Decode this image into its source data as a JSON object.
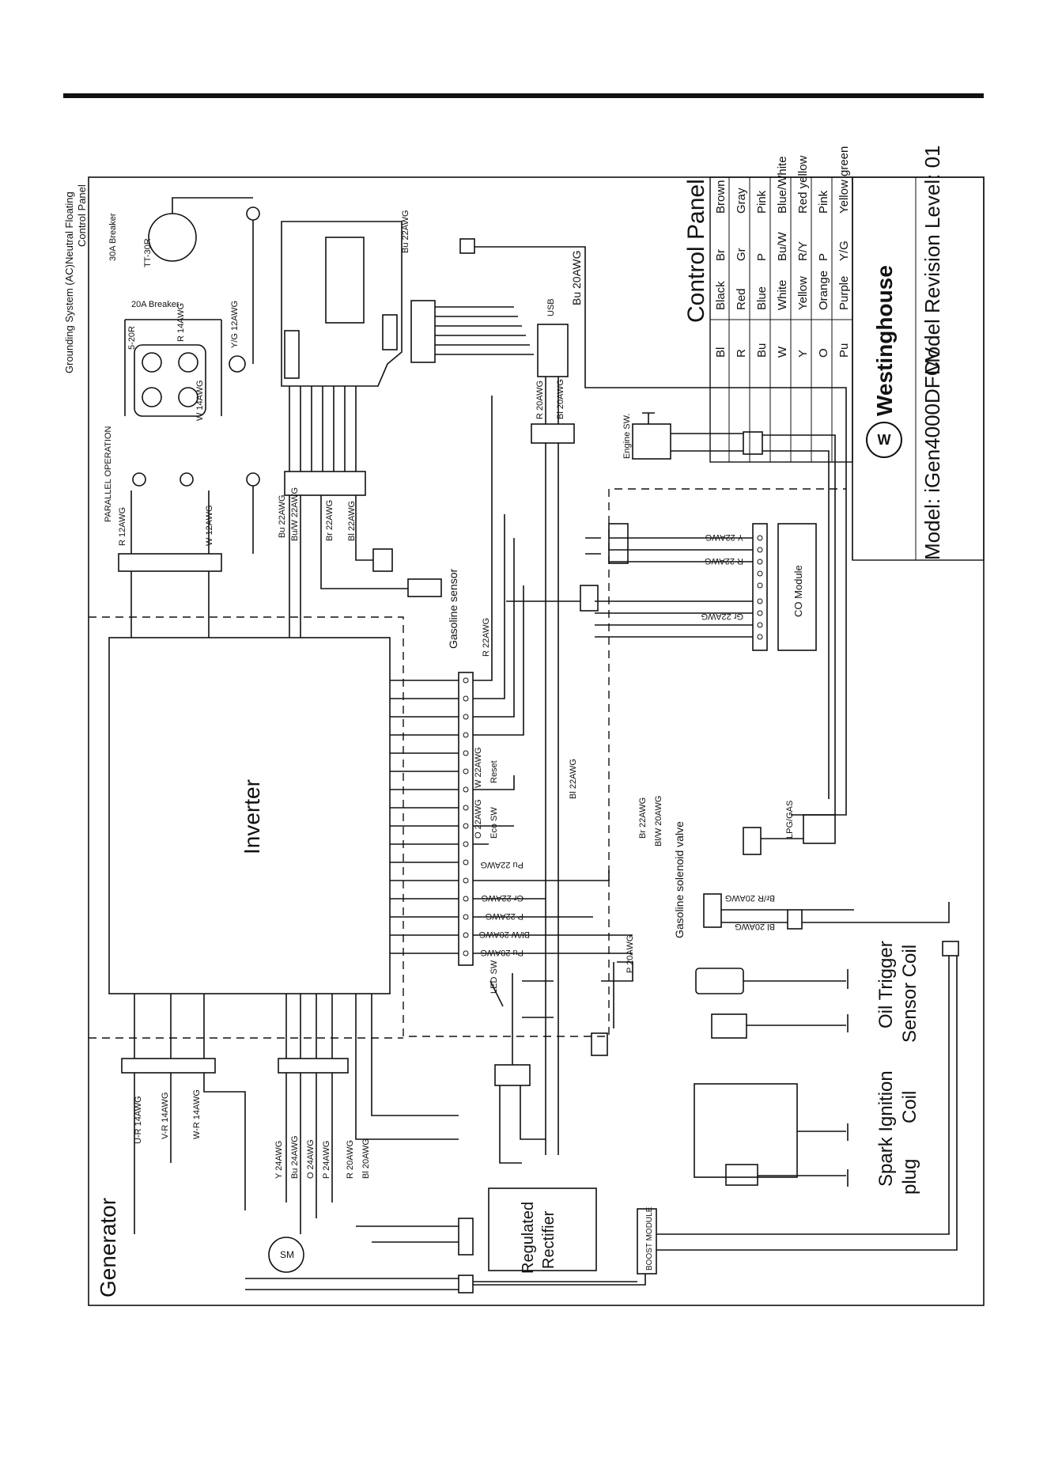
{
  "legend": {
    "title": "Control Panel",
    "codes": [
      [
        "Bl",
        "Black",
        "Br",
        "Brown"
      ],
      [
        "R",
        "Red",
        "Gr",
        "Gray"
      ],
      [
        "Bu",
        "Blue",
        "P",
        "Pink"
      ],
      [
        "W",
        "White",
        "Bu/W",
        "Blue/White"
      ],
      [
        "Y",
        "Yellow",
        "R/Y",
        "Red yellow"
      ],
      [
        "O",
        "Orange",
        "P",
        "Pink"
      ],
      [
        "Pu",
        "Purple",
        "Y/G",
        "Yellow green"
      ]
    ]
  },
  "title_block": {
    "brand": "Westinghouse",
    "model": "Model: iGen4000DFCV",
    "revision": "Model Revision Level: 01"
  },
  "labels": {
    "grounding": "Grounding System (AC)Neutral Floating",
    "control_panel": "Control Panel",
    "breaker_30a": "30A Breaker",
    "tt30r": "TT-30R",
    "breaker_20a": "20A Breaker",
    "r14": "R 14AWG",
    "r520": "5-20R",
    "w14": "W 14AWG",
    "yg12": "Y/G 12AWG",
    "bu22": "Bu 22AWG",
    "bu20": "Bu 20AWG",
    "usb": "USB",
    "r20awg": "R 20AWG",
    "bl20awg": "Bl 20AWG",
    "parallel": "PARALLEL OPERATION",
    "r12": "R 12AWG",
    "w12": "W 12AWG",
    "engine_sw": "Engine SW.",
    "co_module": "CO Module",
    "gas_sensor": "Gasoline sensor",
    "inverter": "Inverter",
    "reset": "Reset",
    "eco_sw": "Eco SW",
    "led_sw": "LED SW",
    "lpg_gas": "LPG/GAS",
    "gas_valve": "Gasoline solenoid valve",
    "oil_trigger": "Oil Trigger",
    "sensor_coil": "Sensor Coil",
    "spark_ignition": "Spark Ignition",
    "coil": "Coil",
    "plug": "plug",
    "generator": "Generator",
    "sm": "SM",
    "regulated": "Regulated",
    "rectifier": "Rectifier",
    "boost": "BOOST MODULE",
    "bl22": "Bl 22AWG",
    "br22": "Br 22AWG",
    "blw20": "Bl/W 20AWG",
    "pu22": "Pu 22AWG",
    "gr22": "Gr 22AWG",
    "p22": "P 22AWG",
    "blw20b": "Bl/W 20AWG",
    "pu20": "Pu 20AWG",
    "p20": "P 20AWG",
    "o22": "O 22AWG",
    "w22": "W 22AWG",
    "y22": "Y 22AWG",
    "r22": "R 22AWG",
    "bur20": "Br/R 20AWG",
    "bl20": "Bl 20AWG",
    "ur14": "U-R 14AWG",
    "vr14": "V-R 14AWG",
    "wr14": "W-R 14AWG",
    "y24": "Y 24AWG",
    "bu24": "Bu 24AWG",
    "o24": "O 24AWG",
    "p24": "P 24AWG",
    "r20": "R 20AWG",
    "bl20b": "Bl 20AWG",
    "bu22b": "Bu 22AWG",
    "bluw22": "Bu/W 22AWG",
    "br22b": "Br 22AWG",
    "bl22b": "Bl 22AWG",
    "r22b": "R 22AWG",
    "gr22b": "Gr 22AWG"
  }
}
